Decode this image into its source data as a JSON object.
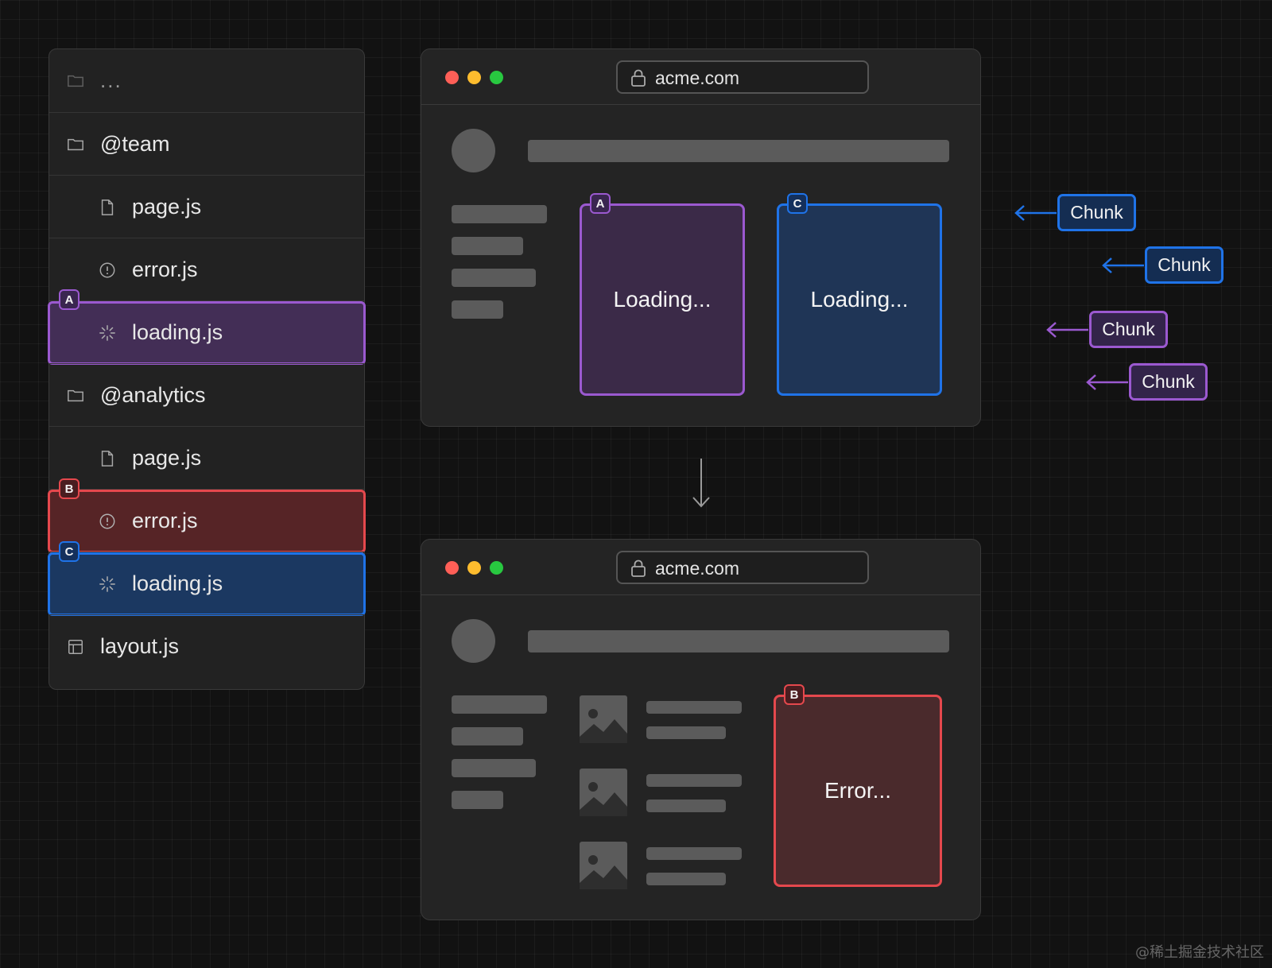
{
  "tree": {
    "rows": [
      {
        "label": "...",
        "icon": "folder-icon"
      },
      {
        "label": "@team",
        "icon": "folder-icon"
      },
      {
        "label": "page.js",
        "icon": "file-icon"
      },
      {
        "label": "error.js",
        "icon": "error-icon"
      },
      {
        "label": "loading.js",
        "icon": "loading-icon"
      },
      {
        "label": "@analytics",
        "icon": "folder-icon"
      },
      {
        "label": "page.js",
        "icon": "file-icon"
      },
      {
        "label": "error.js",
        "icon": "error-icon"
      },
      {
        "label": "loading.js",
        "icon": "loading-icon"
      },
      {
        "label": "layout.js",
        "icon": "layout-icon"
      }
    ],
    "tags": {
      "a": "A",
      "b": "B",
      "c": "C"
    }
  },
  "colors": {
    "purple": "#9b59d0",
    "red": "#e5484d",
    "blue": "#1f73e8"
  },
  "browser_top": {
    "url": "acme.com",
    "panel_a": {
      "tag": "A",
      "text": "Loading..."
    },
    "panel_c": {
      "tag": "C",
      "text": "Loading..."
    }
  },
  "browser_bottom": {
    "url": "acme.com",
    "panel_b": {
      "tag": "B",
      "text": "Error..."
    }
  },
  "chunks": [
    {
      "label": "Chunk",
      "color": "blue"
    },
    {
      "label": "Chunk",
      "color": "blue"
    },
    {
      "label": "Chunk",
      "color": "purple"
    },
    {
      "label": "Chunk",
      "color": "purple"
    }
  ],
  "watermark": "@稀土掘金技术社区"
}
